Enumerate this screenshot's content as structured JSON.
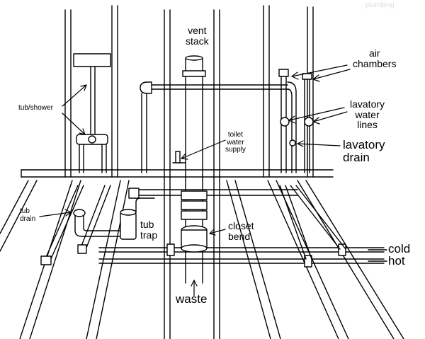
{
  "watermark": "plumbing",
  "labels": {
    "vent_stack": [
      "vent",
      "stack"
    ],
    "air_chambers": [
      "air",
      "chambers"
    ],
    "tub_shower": "tub/shower",
    "lavatory_water_lines": [
      "lavatory",
      "water",
      "lines"
    ],
    "toilet_water_supply": [
      "toilet",
      "water",
      "supply"
    ],
    "lavatory_drain": [
      "lavatory",
      "drain"
    ],
    "tub_drain": [
      "tub",
      "drain"
    ],
    "tub_trap": [
      "tub",
      "trap"
    ],
    "closet_bend": [
      "closet",
      "bend"
    ],
    "waste": "waste",
    "cold": "cold",
    "hot": "hot"
  },
  "colors": {
    "line": "#000000",
    "fill": "#ffffff"
  }
}
